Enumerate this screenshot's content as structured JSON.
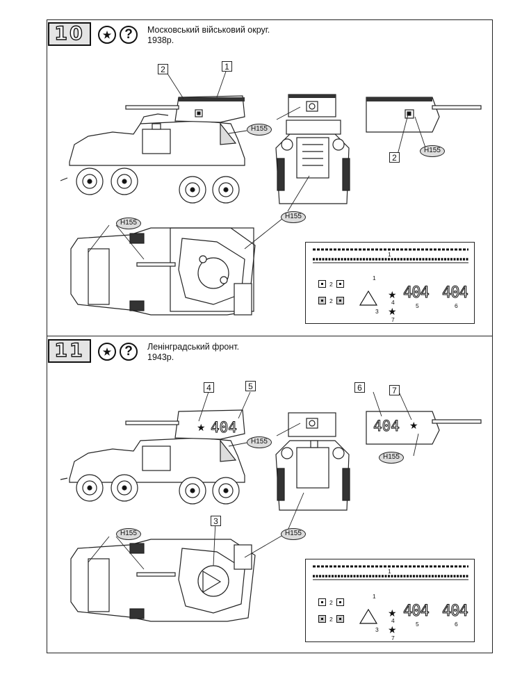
{
  "sections": [
    {
      "number": "10",
      "title_line1": "Московський військовий округ.",
      "title_line2": "1938р.",
      "callouts": {
        "box1": "1",
        "box2": "2",
        "box2b": "2",
        "paint": "H155"
      },
      "decal_numbers": [
        "1",
        "2",
        "2",
        "1",
        "3",
        "4",
        "5",
        "6",
        "7"
      ],
      "turret_number": "404"
    },
    {
      "number": "11",
      "title_line1": "Ленінградський фронт.",
      "title_line2": "1943р.",
      "callouts": {
        "box3": "3",
        "box4": "4",
        "box5": "5",
        "box6": "6",
        "box7": "7",
        "paint": "H155"
      },
      "decal_numbers": [
        "1",
        "2",
        "2",
        "1",
        "3",
        "4",
        "5",
        "6",
        "7"
      ],
      "turret_number": "404"
    }
  ],
  "icons": {
    "star": "soviet-star-icon",
    "question": "question-mark-icon"
  },
  "colors": {
    "paint_oval": "#dcdcdc",
    "badge": "#e4e4e4"
  }
}
